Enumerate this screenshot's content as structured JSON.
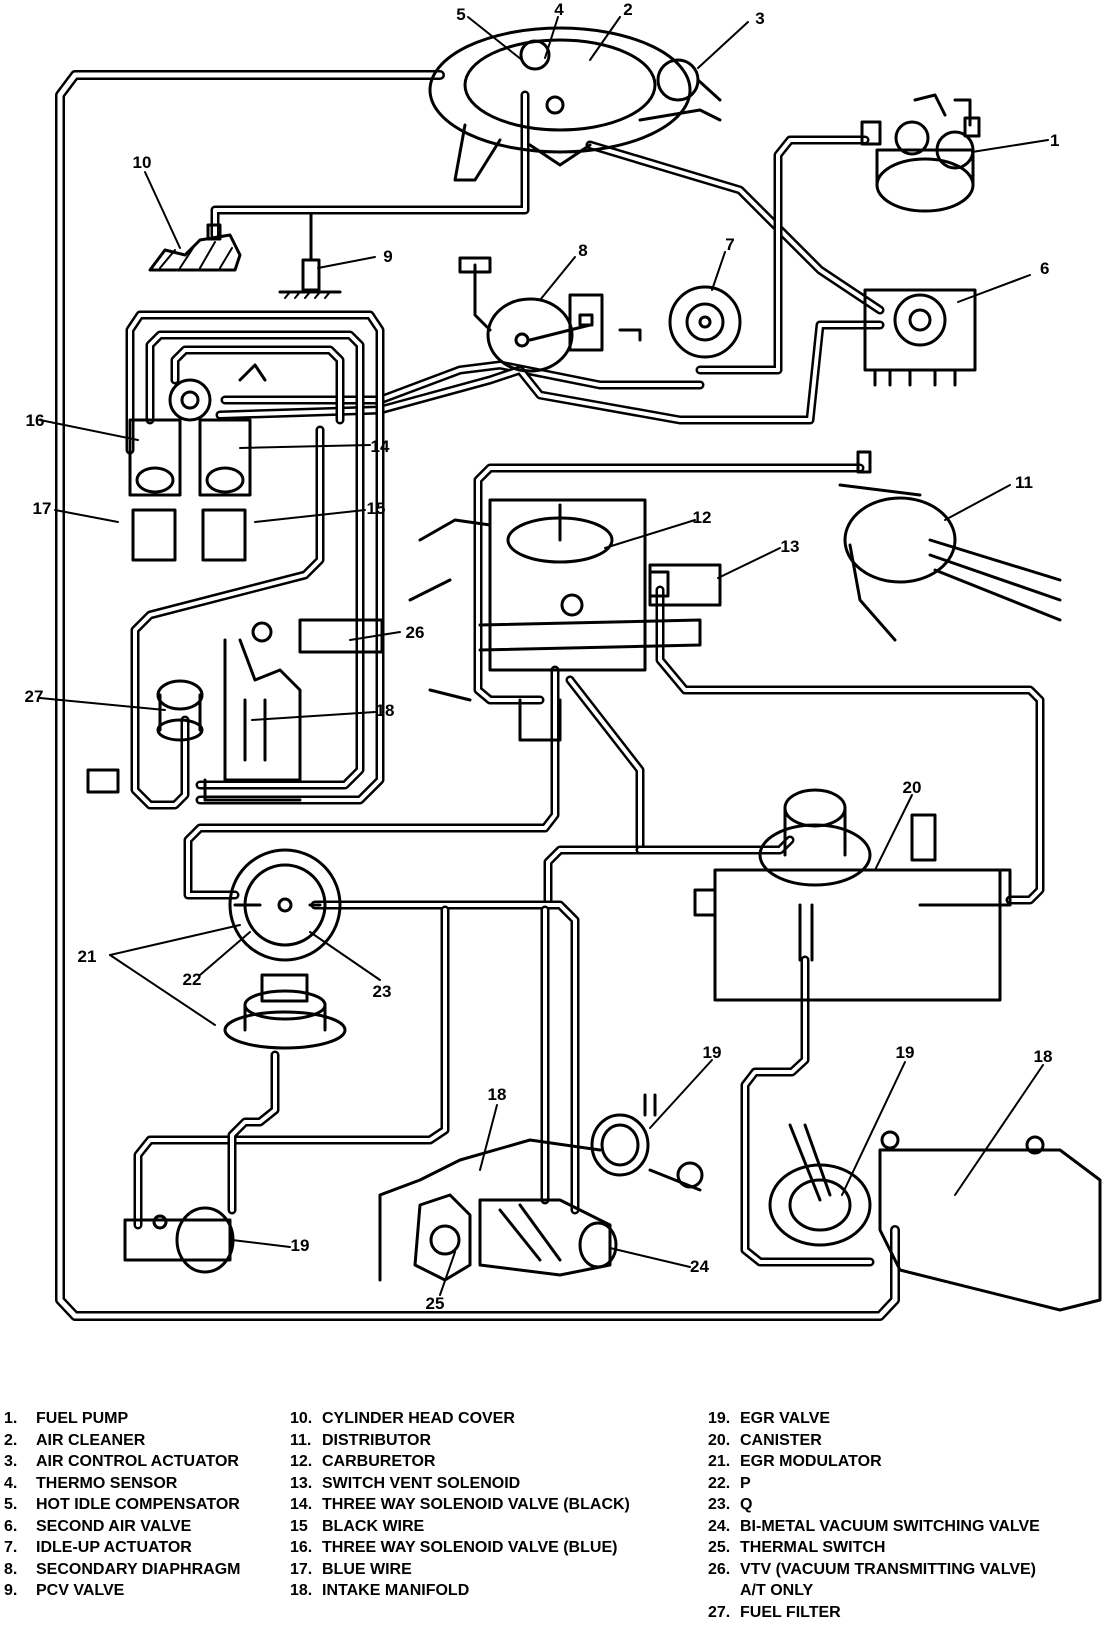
{
  "callouts": [
    "1",
    "2",
    "3",
    "4",
    "5",
    "6",
    "7",
    "8",
    "9",
    "10",
    "11",
    "12",
    "13",
    "14",
    "15",
    "16",
    "17",
    "18",
    "19",
    "20",
    "21",
    "22",
    "23",
    "24",
    "25",
    "26",
    "27"
  ],
  "legend": {
    "col1": [
      {
        "num": "1.",
        "text": "FUEL PUMP"
      },
      {
        "num": "2.",
        "text": "AIR CLEANER"
      },
      {
        "num": "3.",
        "text": "AIR CONTROL ACTUATOR"
      },
      {
        "num": "4.",
        "text": "THERMO SENSOR"
      },
      {
        "num": "5.",
        "text": "HOT IDLE COMPENSATOR"
      },
      {
        "num": "6.",
        "text": "SECOND AIR VALVE"
      },
      {
        "num": "7.",
        "text": "IDLE-UP ACTUATOR"
      },
      {
        "num": "8.",
        "text": "SECONDARY DIAPHRAGM"
      },
      {
        "num": "9.",
        "text": "PCV VALVE"
      }
    ],
    "col2": [
      {
        "num": "10.",
        "text": "CYLINDER HEAD COVER"
      },
      {
        "num": "11.",
        "text": "DISTRIBUTOR"
      },
      {
        "num": "12.",
        "text": "CARBURETOR"
      },
      {
        "num": "13.",
        "text": "SWITCH VENT SOLENOID"
      },
      {
        "num": "14.",
        "text": "THREE WAY SOLENOID VALVE (BLACK)"
      },
      {
        "num": "15",
        "text": "BLACK WIRE"
      },
      {
        "num": "16.",
        "text": "THREE WAY SOLENOID VALVE (BLUE)"
      },
      {
        "num": "17.",
        "text": "BLUE WIRE"
      },
      {
        "num": "18.",
        "text": "INTAKE MANIFOLD"
      }
    ],
    "col3": [
      {
        "num": "19.",
        "text": "EGR VALVE"
      },
      {
        "num": "20.",
        "text": "CANISTER"
      },
      {
        "num": "21.",
        "text": "EGR MODULATOR"
      },
      {
        "num": "22.",
        "text": "P"
      },
      {
        "num": "23.",
        "text": "Q"
      },
      {
        "num": "24.",
        "text": "BI-METAL VACUUM SWITCHING VALVE"
      },
      {
        "num": "25.",
        "text": "THERMAL SWITCH"
      },
      {
        "num": "26.",
        "text": "VTV (VACUUM TRANSMITTING VALVE)"
      },
      {
        "num": "",
        "text": "A/T ONLY"
      },
      {
        "num": "27.",
        "text": "FUEL FILTER"
      }
    ]
  }
}
